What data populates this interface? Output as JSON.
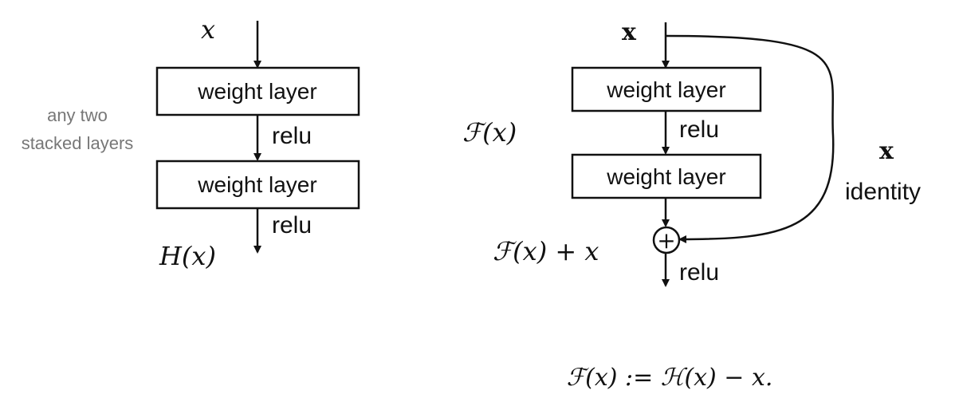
{
  "left_block": {
    "input_label": "x",
    "side_label_line1": "any two",
    "side_label_line2": "stacked layers",
    "layer1_label": "weight layer",
    "act1_label": "relu",
    "layer2_label": "weight layer",
    "act2_label": "relu",
    "output_label": "H(x)"
  },
  "right_block": {
    "input_label": "x",
    "residual_label": "ℱ(x)",
    "layer1_label": "weight layer",
    "act1_label": "relu",
    "layer2_label": "weight layer",
    "sum_label": "ℱ(x) + x",
    "add_symbol": "+",
    "act_out_label": "relu",
    "shortcut_var": "x",
    "shortcut_label": "identity"
  },
  "equation": "ℱ(x) := ℋ(x) − x."
}
